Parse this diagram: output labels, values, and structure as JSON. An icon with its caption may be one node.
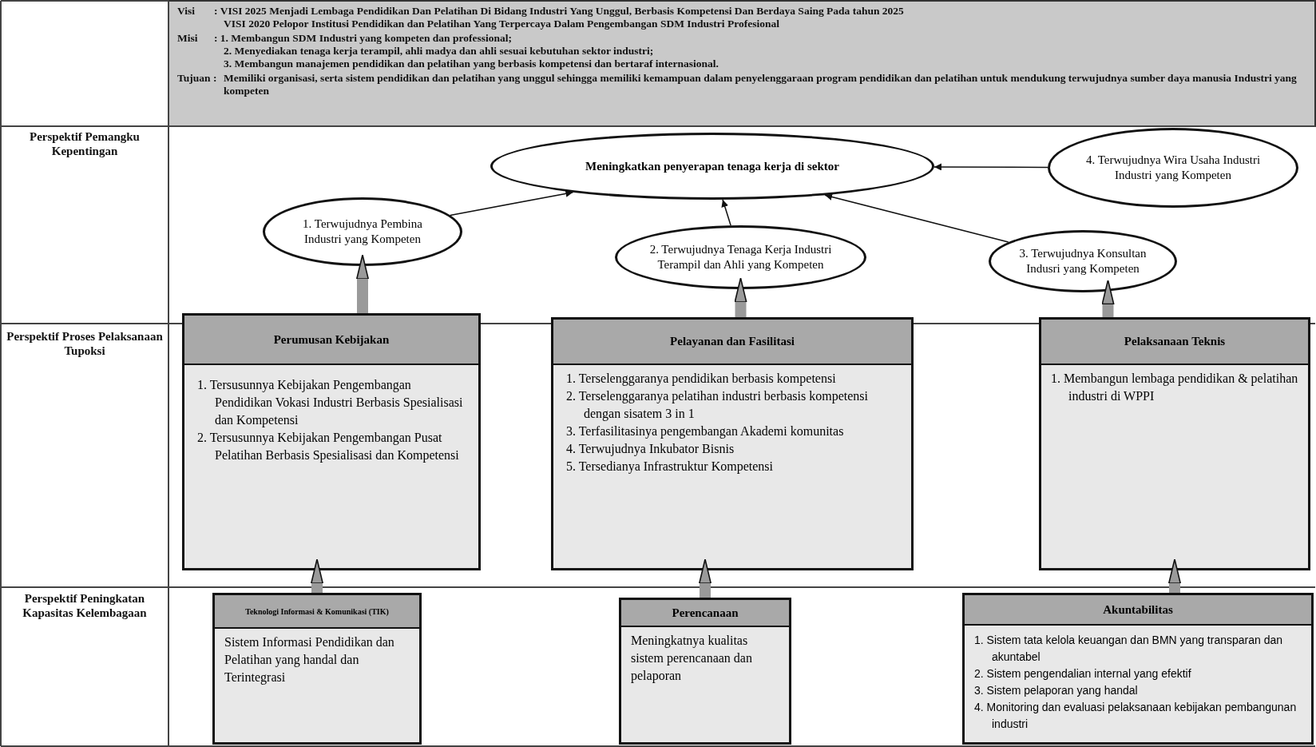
{
  "diagram": {
    "nodes": [
      {
        "text": [
          "Meningkatkan penyerapan tenaga kerja di sektor"
        ]
      },
      {
        "text": [
          "1. Terwujudnya Pembina Industri yang Kompeten"
        ]
      },
      {
        "text": [
          "2. Terwujudnya Tenaga Kerja Industri Terampil dan Ahli yang Kompeten"
        ]
      },
      {
        "text": [
          "3. Terwujudnya Konsultan Indusri yang Kompeten"
        ]
      },
      {
        "text": [
          "4. Terwujudnya Wira Usaha Industri Industri yang Kompeten"
        ]
      },
      {
        "text": [
          "Perumusan Kebijakan",
          "1. Tersusunnya Kebijakan Pengembangan Pendidikan Vokasi Industri Berbasis Spesialisasi dan Kompetensi",
          "2. Tersusunnya Kebijakan Pengembangan Pusat Pelatihan Berbasis Spesialisasi dan Kompetensi"
        ]
      },
      {
        "text": [
          "Pelayanan dan Fasilitasi",
          "1. Terselenggaranya pendidikan berbasis kompetensi",
          "2. Terselenggaranya pelatihan industri berbasis kompetensi dengan sisatem 3 in 1",
          "3. Terfasilitasinya pengembangan Akademi komunitas",
          "4. Terwujudnya Inkubator Bisnis",
          "5. Tersedianya Infrastruktur Kompetensi"
        ]
      },
      {
        "text": [
          "Pelaksanaan Teknis",
          "1. Membangun lembaga pendidikan & pelatihan industri di WPPI"
        ]
      },
      {
        "text": [
          "Teknologi Informasi & Komunikasi (TIK)",
          "Sistem Informasi Pendidikan dan Pelatihan yang handal dan Terintegrasi"
        ]
      },
      {
        "text": [
          "Perencanaan",
          "Meningkatnya kualitas sistem perencanaan dan pelaporan"
        ]
      },
      {
        "text": [
          "Akuntabilitas",
          "1. Sistem tata kelola keuangan dan BMN yang transparan dan akuntabel",
          "2. Sistem pengendalian internal yang efektif",
          "3. Sistem pelaporan yang handal",
          "4. Monitoring dan evaluasi pelaksanaan kebijakan pembangunan industri"
        ]
      }
    ],
    "edges": [
      {
        "from": 1,
        "to": 0,
        "arrow": "to",
        "color": "#111111"
      },
      {
        "from": 2,
        "to": 0,
        "arrow": "to",
        "color": "#111111"
      },
      {
        "from": 3,
        "to": 0,
        "arrow": "to",
        "color": "#111111"
      },
      {
        "from": 4,
        "to": 0,
        "arrow": "to",
        "color": "#111111"
      },
      {
        "from": 5,
        "to": 1,
        "arrow": "to"
      },
      {
        "from": 6,
        "to": 2,
        "arrow": "to"
      },
      {
        "from": 7,
        "to": 3,
        "arrow": "to"
      },
      {
        "from": 8,
        "to": 5,
        "arrow": "to"
      },
      {
        "from": 9,
        "to": 6,
        "arrow": "to"
      },
      {
        "from": 10,
        "to": 7,
        "arrow": "to"
      }
    ],
    "labels": [
      "Visi",
      ": VISI 2025 Menjadi Lembaga Pendidikan Dan Pelatihan Di Bidang Industri Yang Unggul, Berbasis Kompetensi Dan Berdaya Saing Pada tahun 2025",
      "VISI 2020 Pelopor Institusi Pendidikan dan Pelatihan Yang Terpercaya Dalam Pengembangan SDM Industri Profesional",
      "Misi",
      ": 1. Membangun SDM Industri yang kompeten dan professional;",
      "2. Menyediakan tenaga kerja terampil, ahli madya dan ahli sesuai kebutuhan sektor industri;",
      "3. Membangun manajemen pendidikan dan pelatihan yang berbasis kompetensi dan bertaraf internasional.",
      "Tujuan :",
      "Memiliki organisasi, serta sistem pendidikan dan pelatihan yang unggul sehingga memiliki kemampuan dalam penyelenggaraan program pendidikan dan pelatihan untuk mendukung terwujudnya sumber daya manusia Industri yang kompeten",
      "Perspektif Pemangku Kepentingan",
      "Perspektif Proses Pelaksanaan Tupoksi",
      "Perspektif Peningkatan Kapasitas Kelembagaan"
    ]
  }
}
